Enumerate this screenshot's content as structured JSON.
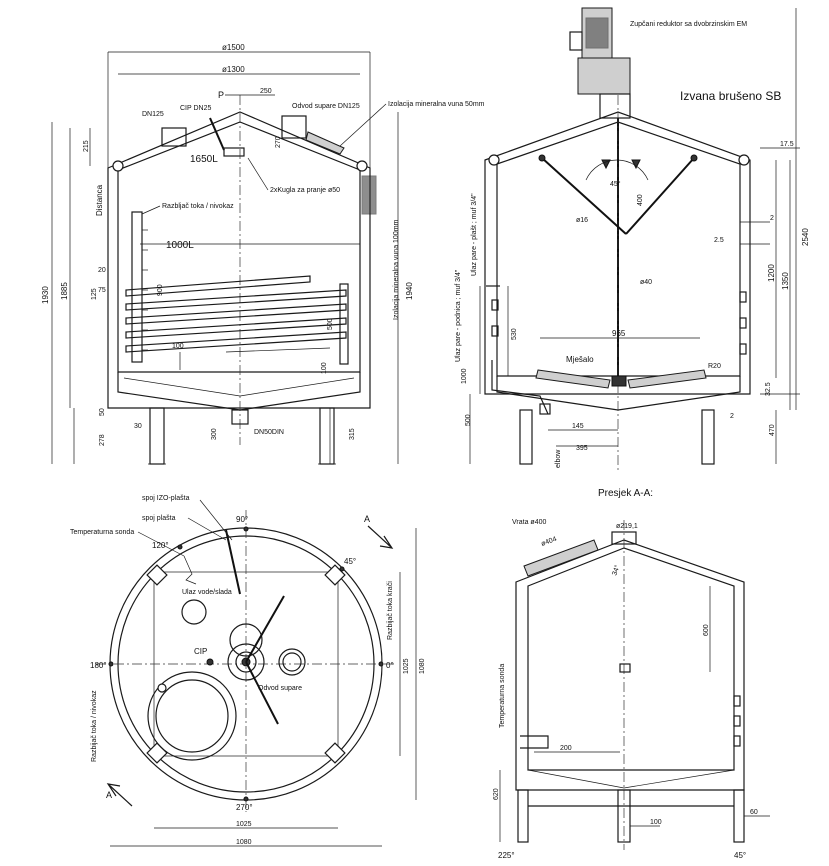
{
  "front_view": {
    "dims": {
      "d1500": "ø1500",
      "d1300": "ø1300",
      "w250": "250",
      "h270": "270",
      "h215": "215",
      "h1930": "1930",
      "h1885": "1885",
      "h1940": "1940",
      "h125": "125",
      "h20": "20",
      "h75": "75",
      "w900": "900",
      "w500": "500",
      "w100": "100",
      "h100": "100",
      "h50": "50",
      "h278": "278",
      "w30": "30",
      "w300": "300",
      "h315": "315"
    },
    "labels": {
      "dn125": "DN125",
      "cip_dn25": "CIP DN25",
      "p": "P",
      "vapor_outlet": "Odvod supare DN125",
      "insulation_top": "Izolacija mineralna vuna 50mm",
      "vol_1650": "1650L",
      "spray_balls": "2xKugla za pranje ø50",
      "distance": "Distanca",
      "level_indicator": "Razbljač toka / nivokaz",
      "vol_1000": "1000L",
      "insulation_side": "Izolacija mineralna vuna 100mm",
      "outlet": "DN50DIN"
    }
  },
  "side_view": {
    "labels": {
      "gear_motor": "Zupčani reduktor sa dvobrzinskim EM",
      "exterior": "Izvana brušeno SB",
      "angle45": "45°",
      "d16": "ø16",
      "d40": "ø40",
      "w965": "965",
      "mixer": "Mješalo",
      "r20": "R20",
      "h400": "400",
      "h2": "2",
      "h25": "2.5",
      "h1200": "1200",
      "h1350": "1350",
      "h2540": "2540",
      "h175": "17.5",
      "h325": "32.5",
      "h470": "470",
      "h2b": "2",
      "h530": "530",
      "h1000": "1000",
      "h500": "500",
      "w145": "145",
      "w395": "395",
      "elbow": "elbow",
      "steam_inlet_main": "Ulaz pare - podnica ; muf 3/4\"",
      "steam_inlet_jacket": "Ulaz pare - plašt ; muf 3/4\""
    }
  },
  "top_view": {
    "labels": {
      "izo_joint": "spoj IZO-plašta",
      "jacket_joint": "spoj plašta",
      "temp_probe": "Temperaturna sonda",
      "a90": "90°",
      "a120": "120°",
      "a45": "45°",
      "a180": "180°",
      "a0": "0°",
      "a270": "270°",
      "water_inlet": "Ulaz vode/slada",
      "cip": "CIP",
      "vapor_outlet": "Odvod supare",
      "breaker_right": "Razbijač toka krači",
      "breaker_left": "Razbijač toka / nivokaz",
      "d1025v": "1025",
      "d1080v": "1080",
      "d1025h": "1025",
      "d1080h": "1080",
      "sec_a": "A",
      "sec_a2": "A"
    }
  },
  "section_view": {
    "labels": {
      "title": "Presjek A-A:",
      "door": "Vrata ø400",
      "d2191": "ø219,1",
      "d404": "ø404",
      "a34": "34°",
      "h600": "600",
      "temp_probe": "Temperaturna sonda",
      "w200": "200",
      "h620": "620",
      "w60": "60",
      "w100": "100",
      "a225": "225°",
      "a45": "45°"
    }
  }
}
